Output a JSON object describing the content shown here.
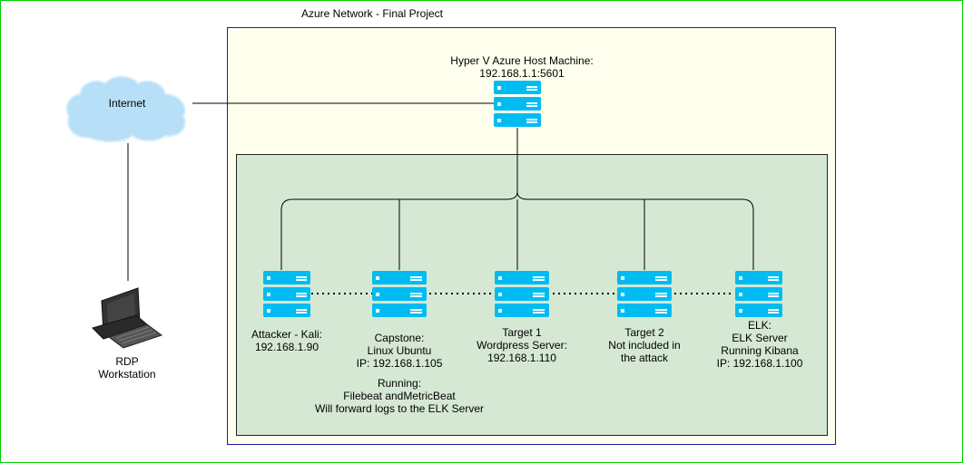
{
  "colors": {
    "frame": "#00cc00",
    "azure_border": "#1a1ab0",
    "azure_fill": "#ffffee",
    "subnet_fill": "#d5e8d4",
    "server": "#00bcf2",
    "cloud": "#b7dff8"
  },
  "title": "Azure Network - Final Project",
  "internet": {
    "label": "Internet",
    "icon": "cloud-icon"
  },
  "rdp": {
    "label": "RDP\nWorkstation",
    "icon": "workstation-icon"
  },
  "host": {
    "label": "Hyper V Azure Host Machine:\n192.168.1.1:5601",
    "icon": "server-icon"
  },
  "nodes": [
    {
      "id": "attacker",
      "label": "Attacker - Kali:\n192.168.1.90",
      "icon": "server-icon"
    },
    {
      "id": "capstone",
      "label": "Capstone:\nLinux Ubuntu\nIP: 192.168.1.105",
      "note": "Running:\nFilebeat andMetricBeat\nWill forward logs to the ELK Server",
      "icon": "server-icon"
    },
    {
      "id": "target1",
      "label": "Target 1\nWordpress Server:\n192.168.1.110",
      "icon": "server-icon"
    },
    {
      "id": "target2",
      "label": "Target 2\nNot included in\nthe attack",
      "icon": "server-icon"
    },
    {
      "id": "elk",
      "label": "ELK:\nELK Server\nRunning Kibana\nIP: 192.168.1.100",
      "icon": "server-icon"
    }
  ]
}
